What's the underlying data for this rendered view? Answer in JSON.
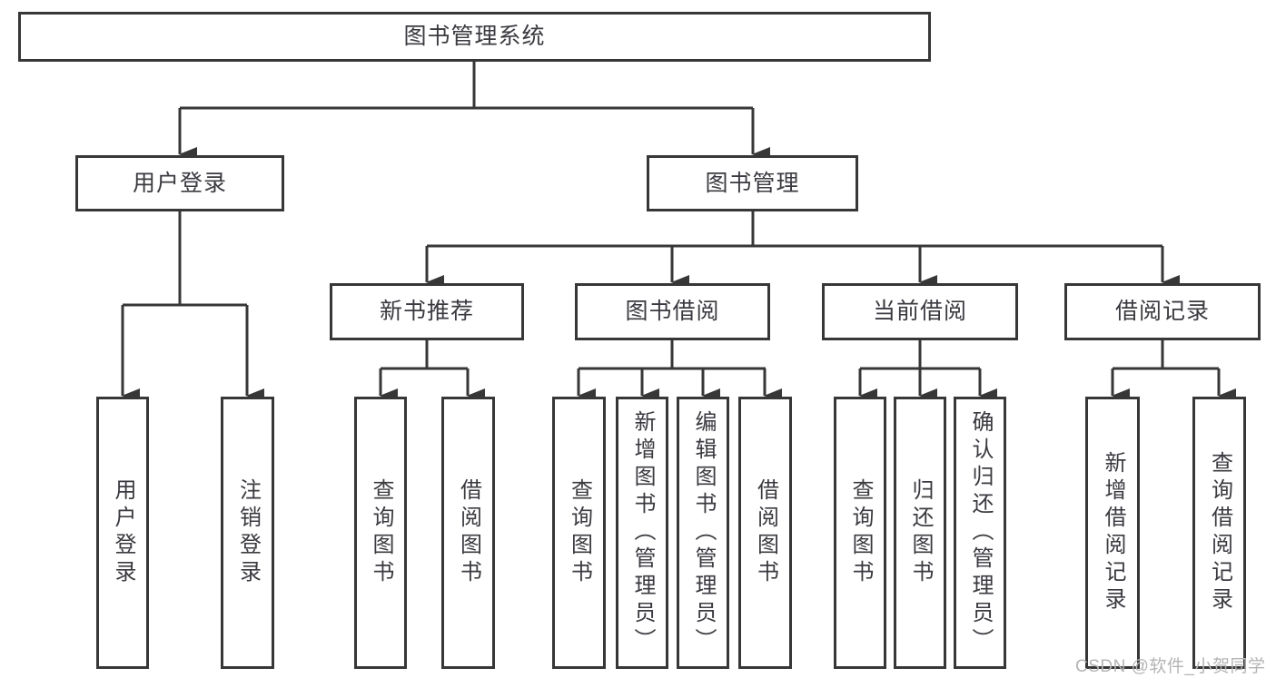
{
  "tree": {
    "root_label": "图书管理系统",
    "branches": [
      {
        "label": "用户登录",
        "children": [
          {
            "label": "用户登录"
          },
          {
            "label": "注销登录"
          }
        ]
      },
      {
        "label": "图书管理",
        "sections": [
          {
            "label": "新书推荐",
            "children": [
              {
                "label": "查询图书"
              },
              {
                "label": "借阅图书"
              }
            ]
          },
          {
            "label": "图书借阅",
            "children": [
              {
                "label": "查询图书"
              },
              {
                "label": "新增图书（管理员）"
              },
              {
                "label": "编辑图书（管理员）"
              },
              {
                "label": "借阅图书"
              }
            ]
          },
          {
            "label": "当前借阅",
            "children": [
              {
                "label": "查询图书"
              },
              {
                "label": "归还图书"
              },
              {
                "label": "确认归还（管理员）"
              }
            ]
          },
          {
            "label": "借阅记录",
            "children": [
              {
                "label": "新增借阅记录"
              },
              {
                "label": "查询借阅记录"
              }
            ]
          }
        ]
      }
    ]
  },
  "watermark": "CSDN @软件_小贺同学",
  "colors": {
    "line": "#373737",
    "text": "#3a3a40",
    "watermark": "#b4b4b4",
    "background": "#ffffff"
  }
}
